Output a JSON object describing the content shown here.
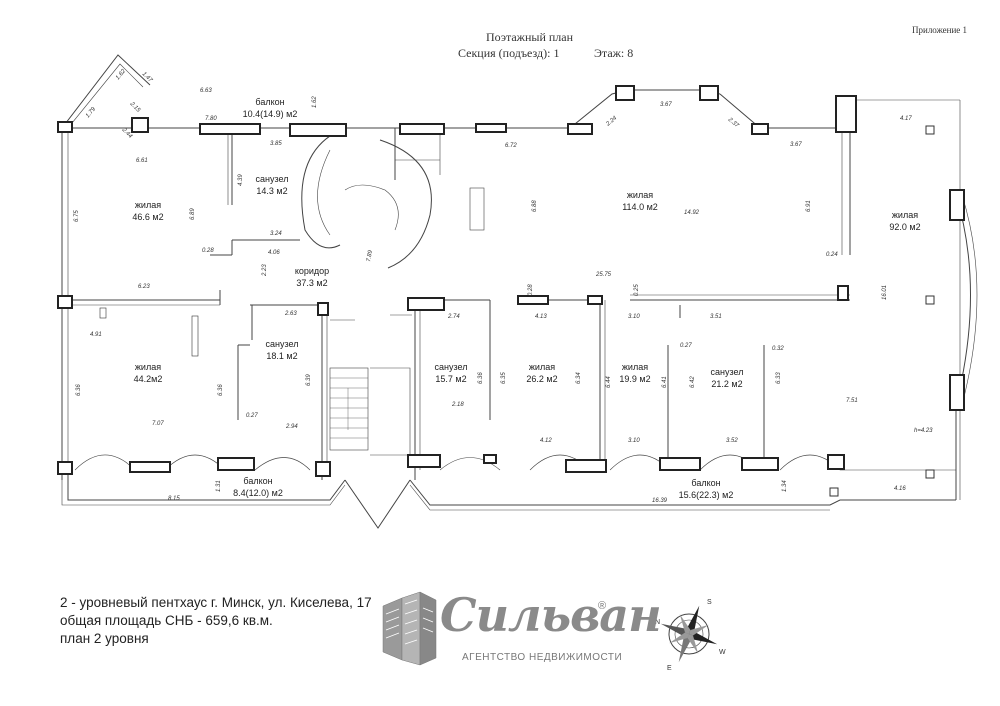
{
  "header": {
    "appendix": "Приложение 1",
    "title": "Поэтажный план",
    "section": "Секция (подъезд): 1",
    "floor": "Этаж: 8"
  },
  "rooms": {
    "balcony_top": {
      "name": "балкон",
      "area": "10.4(14.9) м2"
    },
    "bath_top": {
      "name": "санузел",
      "area": "14.3 м2"
    },
    "living_nw": {
      "name": "жилая",
      "area": "46.6 м2"
    },
    "living_center": {
      "name": "жилая",
      "area": "114.0 м2"
    },
    "living_east": {
      "name": "жилая",
      "area": "92.0 м2"
    },
    "corridor": {
      "name": "коридор",
      "area": "37.3 м2"
    },
    "living_sw": {
      "name": "жилая",
      "area": "44.2м2"
    },
    "bath_1": {
      "name": "санузел",
      "area": "18.1 м2"
    },
    "bath_2": {
      "name": "санузел",
      "area": "15.7 м2"
    },
    "living_2": {
      "name": "жилая",
      "area": "26.2 м2"
    },
    "living_3": {
      "name": "жилая",
      "area": "19.9 м2"
    },
    "bath_3": {
      "name": "санузел",
      "area": "21.2 м2"
    },
    "balcony_bottom_left": {
      "name": "балкон",
      "area": "8.4(12.0) м2"
    },
    "balcony_bottom_right": {
      "name": "балкон",
      "area": "15.6(22.3) м2"
    }
  },
  "dimensions": {
    "d_1_62a": "1.62",
    "d_1_47": "1.47",
    "d_6_63": "6.63",
    "d_7_80": "7.80",
    "d_1_62b": "1.62",
    "d_2_15": "2.15",
    "d_1_79": "1.79",
    "d_2_44": "2.44",
    "d_3_85": "3.85",
    "d_6_61": "6.61",
    "d_4_39": "4.39",
    "d_6_72": "6.72",
    "d_3_67a": "3.67",
    "d_2_24": "2.24",
    "d_2_37": "2.37",
    "d_3_67b": "3.67",
    "d_4_17": "4.17",
    "d_6_75": "6.75",
    "d_6_89": "6.89",
    "d_3_24": "3.24",
    "d_0_28a": "0.28",
    "d_4_06": "4.06",
    "d_7_89": "7.89",
    "d_6_88": "6.88",
    "d_14_92": "14.92",
    "d_6_91": "6.91",
    "d_0_24": "0.24",
    "d_25_75": "25.75",
    "d_2_23": "2.23",
    "d_6_23": "6.23",
    "d_0_28b": "0.28",
    "d_0_25": "0.25",
    "d_16_01": "16.01",
    "d_2_63": "2.63",
    "d_2_74": "2.74",
    "d_4_13": "4.13",
    "d_3_10a": "3.10",
    "d_3_51": "3.51",
    "d_4_91": "4.91",
    "d_0_27a": "0.27",
    "d_0_32": "0.32",
    "d_6_36a": "6.36",
    "d_6_36b": "6.36",
    "d_6_39": "6.39",
    "d_6_36c": "6.36",
    "d_6_35": "6.35",
    "d_6_34": "6.34",
    "d_6_44": "6.44",
    "d_6_41": "6.41",
    "d_6_42": "6.42",
    "d_6_33": "6.33",
    "d_7_51": "7.51",
    "d_7_07": "7.07",
    "d_0_27b": "0.27",
    "d_2_94": "2.94",
    "d_2_18": "2.18",
    "d_4_12": "4.12",
    "d_3_10b": "3.10",
    "d_3_52": "3.52",
    "d_h": "h=4.23",
    "d_8_15": "8.15",
    "d_1_31": "1.31",
    "d_16_39": "16.39",
    "d_1_34": "1.34",
    "d_4_16": "4.16"
  },
  "footer": {
    "line1": "2 - уровневый пентхаус г. Минск, ул. Киселева, 17",
    "line2": "общая площадь СНБ - 659,6 кв.м.",
    "line3": "план 2 уровня"
  },
  "logo": {
    "name": "Сильван",
    "subtitle": "АГЕНТСТВО НЕДВИЖИМОСТИ",
    "registered": "®"
  },
  "compass": {
    "n": "N",
    "s": "S",
    "w": "W",
    "e": "E"
  },
  "colors": {
    "wall": "#333333",
    "line": "#555555",
    "logo": "#8a8a8a"
  }
}
